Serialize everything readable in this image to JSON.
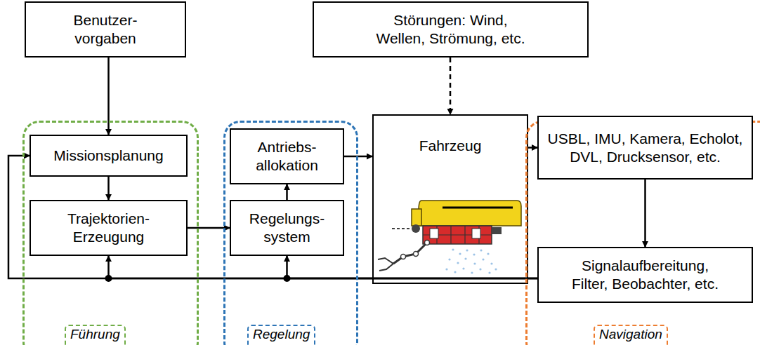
{
  "diagram": {
    "nodes": [
      {
        "text": [
          "Benutzer- vorgaben"
        ]
      },
      {
        "text": [
          "Störungen: Wind, Wellen, Strömung, etc."
        ]
      },
      {
        "text": [
          "Führung"
        ]
      },
      {
        "text": [
          "Missionsplanung"
        ],
        "in": 2
      },
      {
        "text": [
          "Trajektorien- Erzeugung"
        ],
        "in": 2
      },
      {
        "text": [
          "Regelung"
        ]
      },
      {
        "text": [
          "Antriebs- allokation"
        ],
        "in": 5
      },
      {
        "text": [
          "Regelungs- system"
        ],
        "in": 5
      },
      {
        "text": [
          "Fahrzeug"
        ]
      },
      {
        "text": [
          "Navigation"
        ]
      },
      {
        "text": [
          "USBL, IMU, Kamera, Echolot, DVL, Drucksensor, etc."
        ],
        "in": 9
      },
      {
        "text": [
          "Signalaufbereitung, Filter, Beobachter, etc."
        ],
        "in": 9
      }
    ],
    "edges": [
      {
        "from": 0,
        "to": 3,
        "arrow": "to"
      },
      {
        "from": 1,
        "to": 8,
        "arrow": "to"
      },
      {
        "from": 3,
        "to": 4,
        "arrow": "to"
      },
      {
        "from": 4,
        "to": 7,
        "arrow": "to"
      },
      {
        "from": 7,
        "to": 6,
        "arrow": "to"
      },
      {
        "from": 6,
        "to": 8,
        "arrow": "to"
      },
      {
        "from": 8,
        "to": 10,
        "arrow": "to"
      },
      {
        "from": 10,
        "to": 11,
        "arrow": "to"
      },
      {
        "from": 11,
        "to": 3,
        "arrow": "to"
      },
      {
        "from": 11,
        "to": 4,
        "arrow": "to"
      },
      {
        "from": 11,
        "to": 7,
        "arrow": "to"
      }
    ]
  }
}
